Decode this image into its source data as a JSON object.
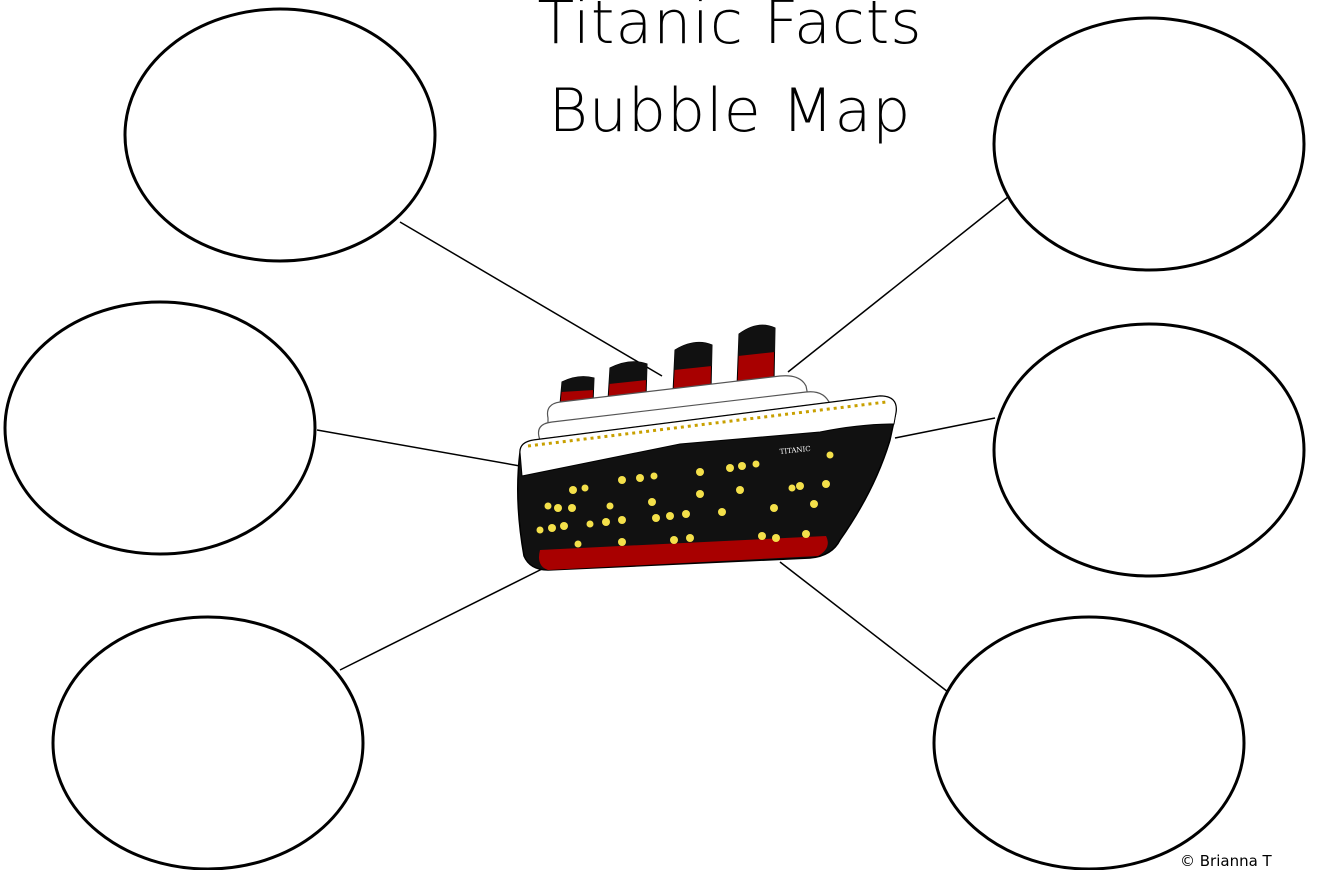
{
  "title": {
    "line1": "Titanic Facts",
    "line2": "Bubble Map"
  },
  "center": {
    "icon": "titanic-ship-icon",
    "ship_name": "TITANIC"
  },
  "bubbles": [
    "",
    "",
    "",
    "",
    "",
    ""
  ],
  "footer": {
    "copyright": "© Brianna T"
  },
  "colors": {
    "outline": "#000000",
    "hull": "#111111",
    "stripe": "#a80000",
    "windows": "#f4e04a",
    "deck": "#ffffff"
  }
}
